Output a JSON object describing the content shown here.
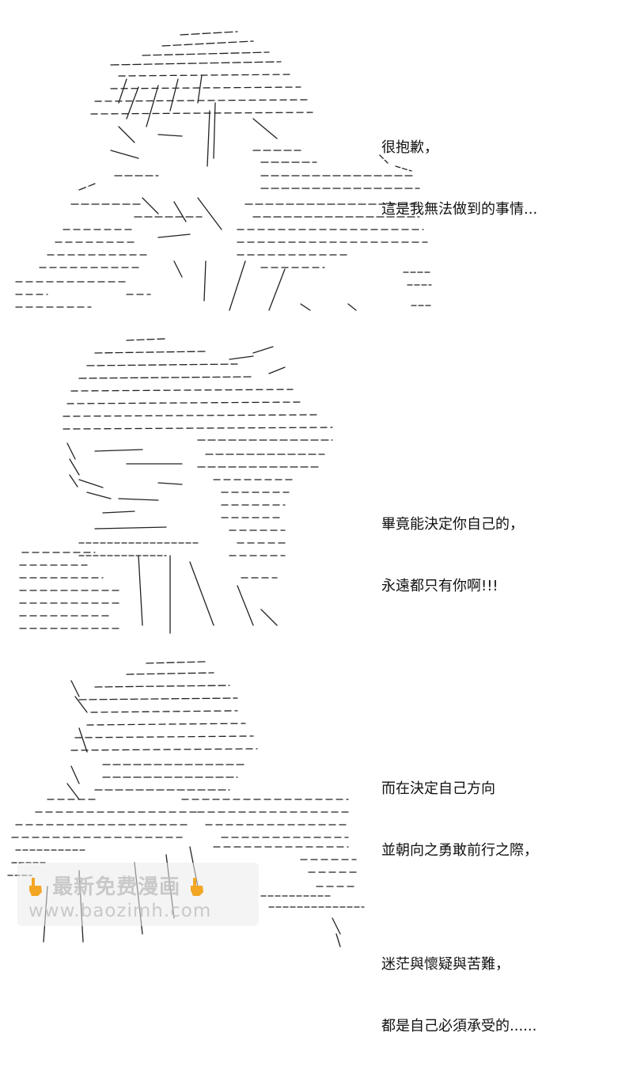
{
  "panels": [
    {
      "dialogue": [
        "很抱歉，",
        "這是我無法做到的事情..."
      ]
    },
    {
      "dialogue": [
        "畢竟能決定你自己的，",
        "永遠都只有你啊!!!"
      ]
    },
    {
      "dialogue_block_1": [
        "而在決定自己方向",
        "並朝向之勇敢前行之際，"
      ],
      "dialogue_block_2": [
        "迷茫與懷疑與苦難，",
        "都是自己必須承受的......"
      ]
    }
  ],
  "watermark": {
    "title": "最新免费漫画",
    "url": "www.baozimh.com"
  },
  "colors": {
    "ink": "#111111",
    "background": "#ffffff",
    "watermark_text": "#bebebe",
    "hand_icon": "#f2a623"
  }
}
